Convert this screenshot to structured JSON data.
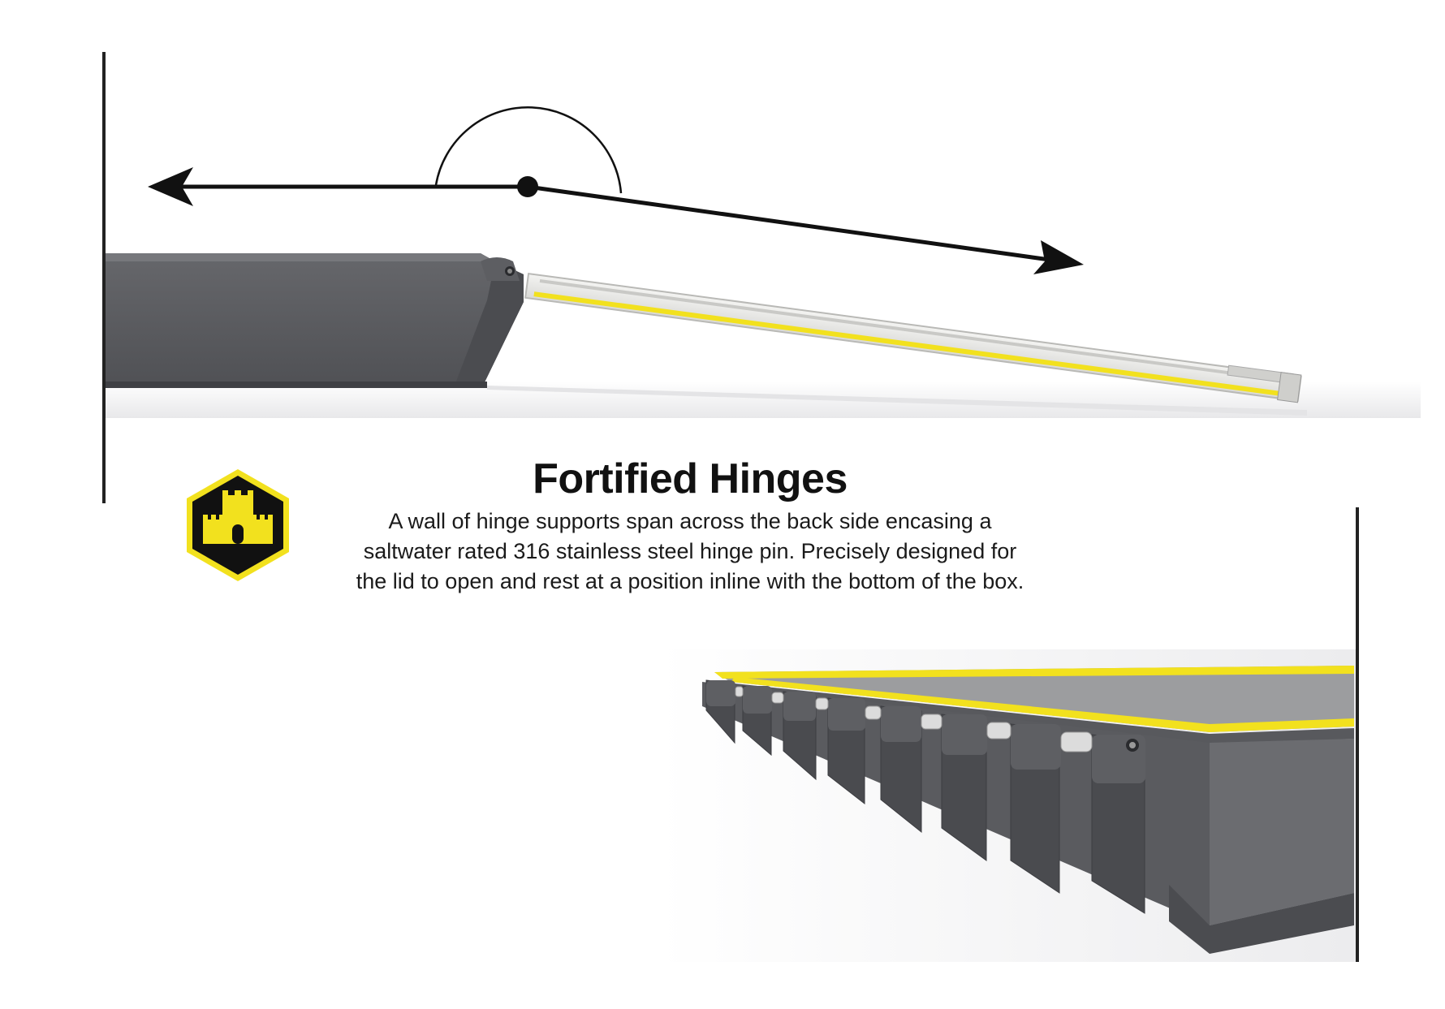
{
  "feature": {
    "title": "Fortified Hinges",
    "description_lines": [
      "A wall of hinge supports span across the back side encasing a",
      "saltwater rated 316 stainless steel hinge pin. Precisely designed for",
      "the lid to open and rest at a position inline with the bottom of the box."
    ]
  },
  "badge": {
    "icon": "castle-icon"
  },
  "colors": {
    "accent_yellow": "#f2e11e",
    "box_gray": "#5a5b5f",
    "box_gray_dark": "#46474b",
    "badge_black": "#111111",
    "ink": "#111111"
  }
}
